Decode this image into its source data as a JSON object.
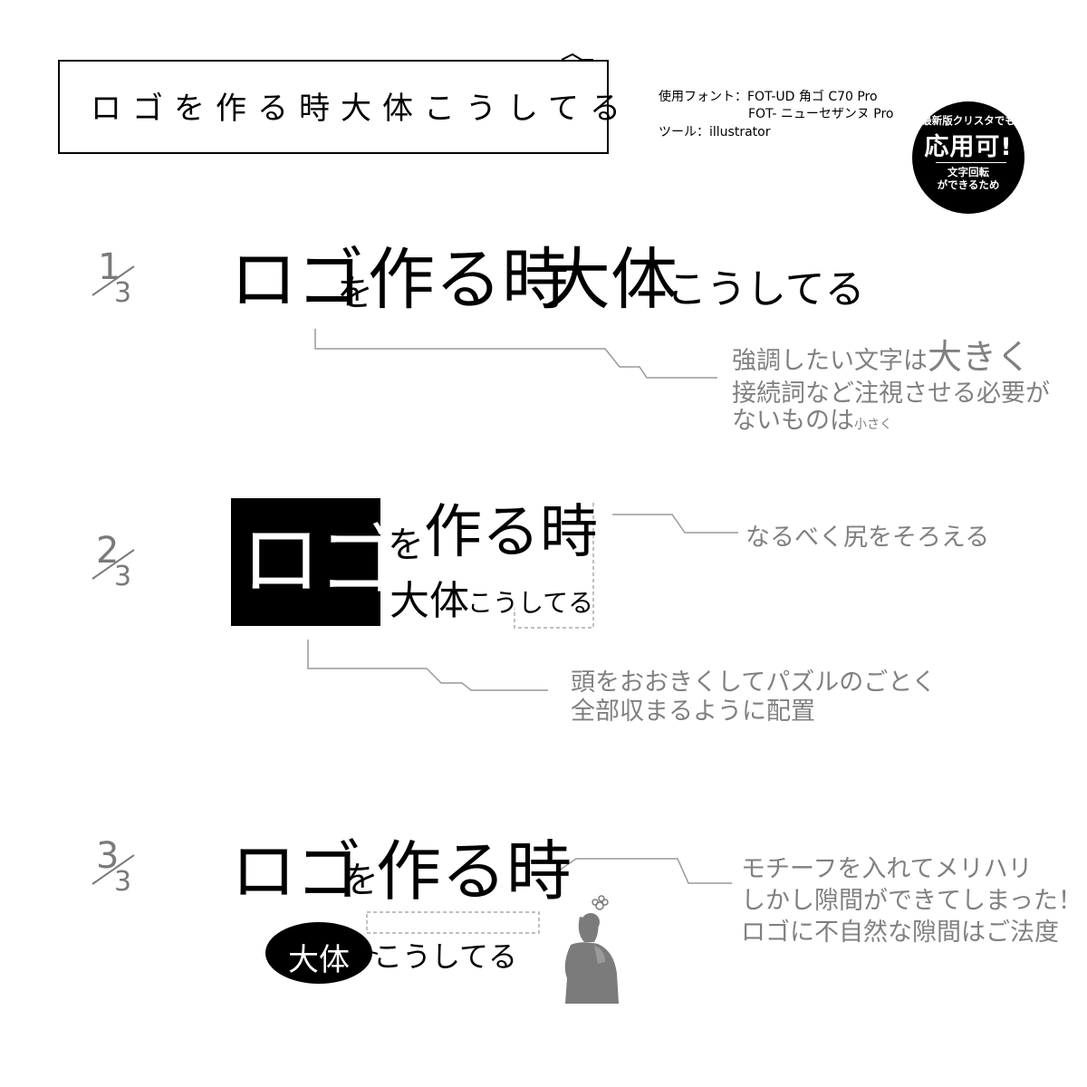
{
  "header": {
    "title": "ロゴを作る時大体こうしてる",
    "font_line1": "使用フォント：FOT-UD 角ゴ C70 Pro",
    "font_line2": "FOT- ニューセザンヌ Pro",
    "tool_line": "ツール：illustrator"
  },
  "badge": {
    "line1": "最新版クリスタでも",
    "line2": "応用可!",
    "line3": "文字回転",
    "line4": "ができるため"
  },
  "steps": [
    {
      "num": "1",
      "den": "3"
    },
    {
      "num": "2",
      "den": "3"
    },
    {
      "num": "3",
      "den": "3"
    }
  ],
  "section1": {
    "p1": "ロゴ",
    "p2": "を",
    "p3": "作る時",
    "p4": "大体",
    "p5": "こうしてる",
    "note1_a": "強調したい文字は",
    "note1_b": "大きく",
    "note2": "接続詞など注視させる必要が",
    "note3_a": "ないものは",
    "note3_b": "小さく"
  },
  "section2": {
    "logo": "ロゴ",
    "wo": "を",
    "tsukuru": "作る時",
    "daitai": "大体",
    "kou": "こうしてる",
    "note_right": "なるべく尻をそろえる",
    "note_bottom1": "頭をおおきくしてパズルのごとく",
    "note_bottom2": "全部収まるように配置"
  },
  "section3": {
    "logo": "ロゴ",
    "wo": "を",
    "tsukuru": "作る時",
    "daitai": "大体",
    "kou": "こうしてる",
    "note1": "モチーフを入れてメリハリ",
    "note2": "しかし隙間ができてしまった！",
    "note3": "ロゴに不自然な隙間はご法度"
  },
  "colors": {
    "text": "#000000",
    "gray_text": "#808080",
    "line_gray": "#8a8a8a",
    "background": "#ffffff"
  }
}
